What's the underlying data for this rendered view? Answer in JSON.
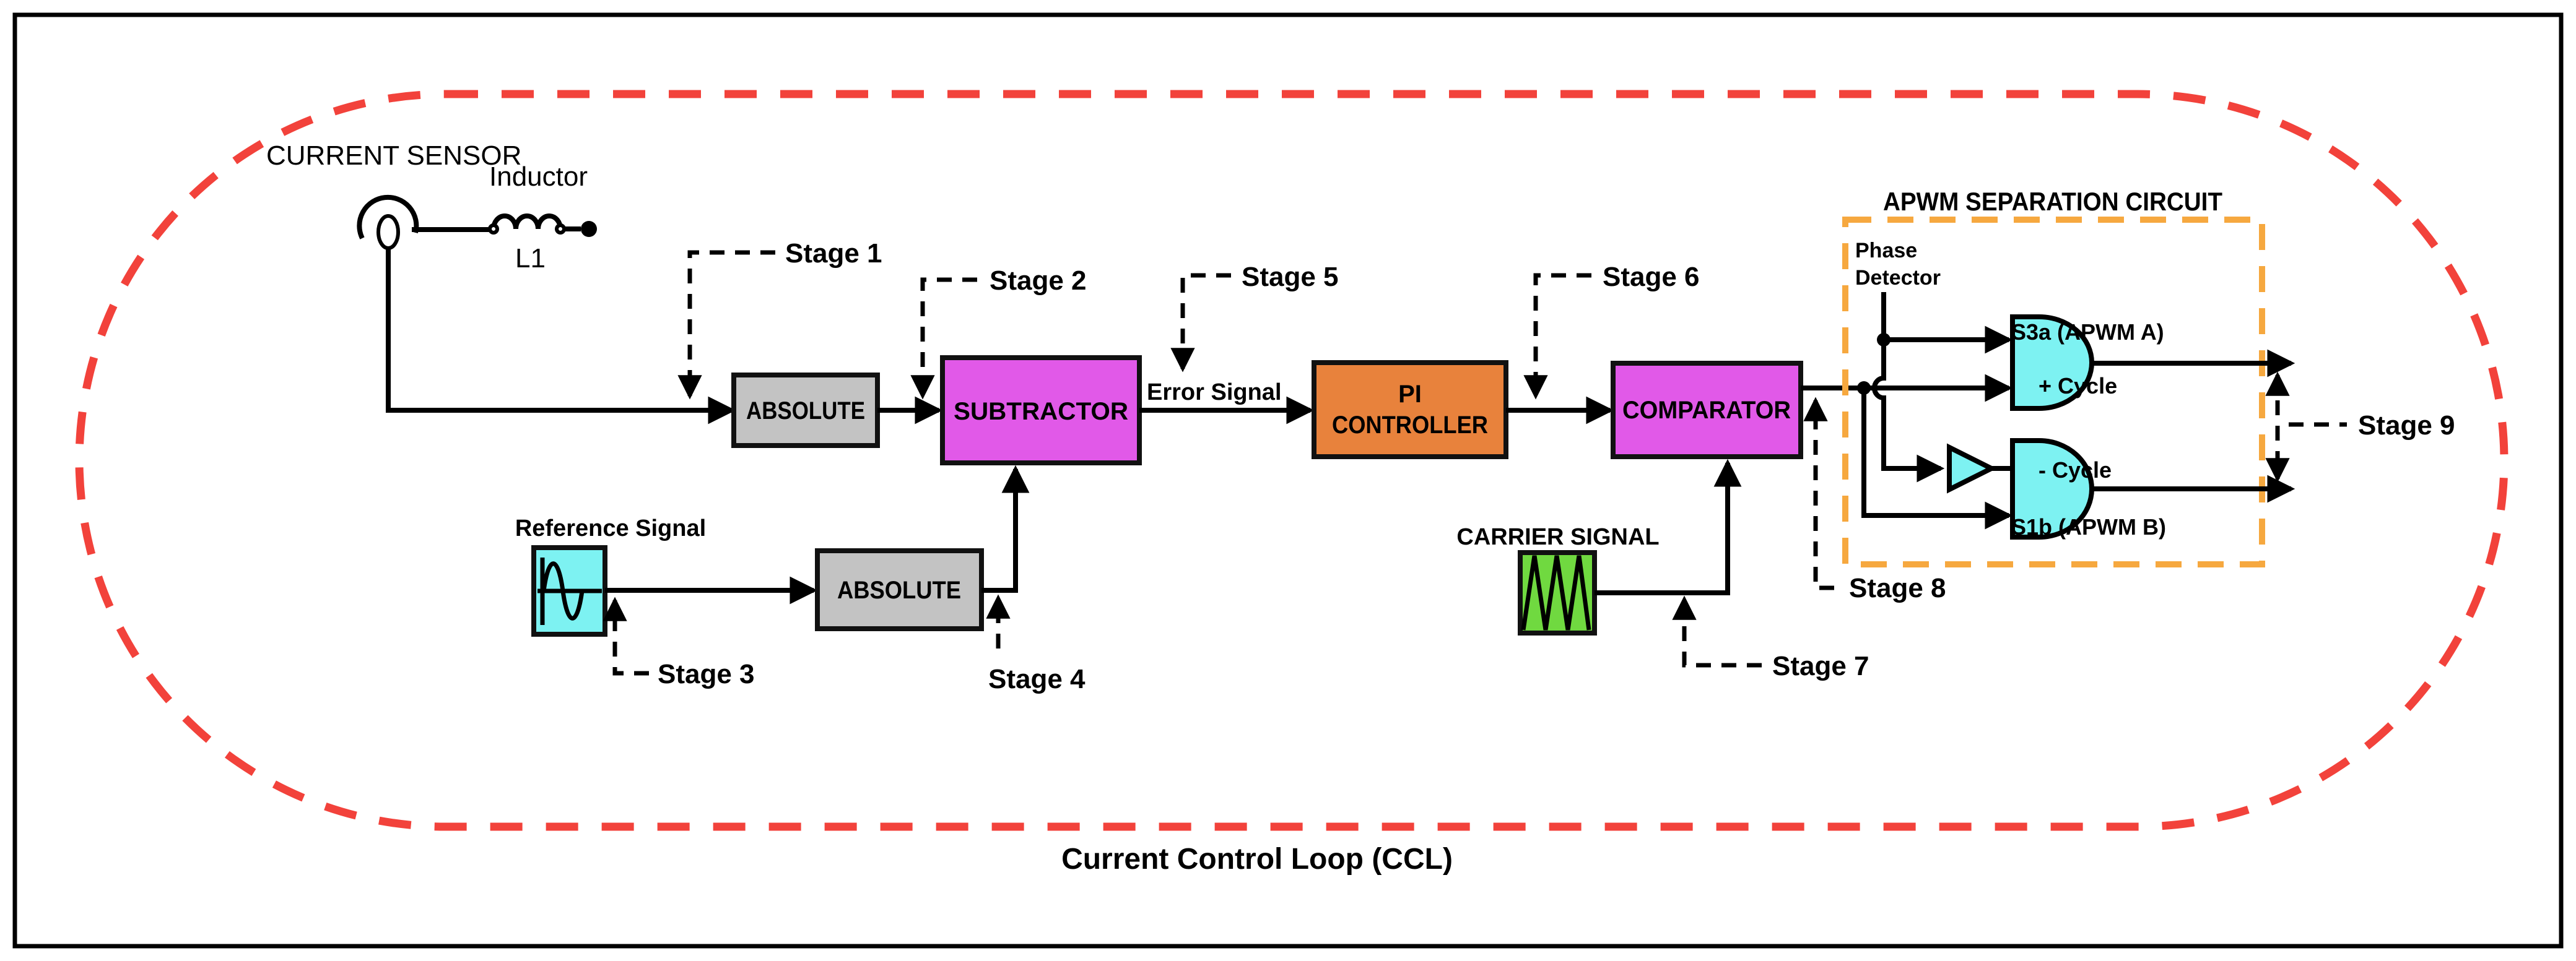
{
  "diagram": {
    "caption": "Current Control Loop (CCL)",
    "colors": {
      "block_gray": "#c3c3c3",
      "block_magenta": "#e159e8",
      "block_orange": "#e8823c",
      "signal_cyan": "#7df2f2",
      "signal_green": "#70d940",
      "apwm_dash": "#f6a83f",
      "loop_dash": "#f2423b"
    },
    "sensor": {
      "label": "CURRENT SENSOR",
      "inductor_label": "Inductor",
      "inductor_ref": "L1"
    },
    "blocks": {
      "absolute1": "ABSOLUTE",
      "subtractor": "SUBTRACTOR",
      "pi_line1": "PI",
      "pi_line2": "CONTROLLER",
      "comparator": "COMPARATOR",
      "absolute2": "ABSOLUTE"
    },
    "signals": {
      "error": "Error Signal",
      "reference": "Reference Signal",
      "carrier": "CARRIER SIGNAL"
    },
    "apwm": {
      "title": "APWM SEPARATION CIRCUIT",
      "phase_line1": "Phase",
      "phase_line2": "Detector",
      "out_a": "S3a (APWM A)",
      "plus_cycle": "+ Cycle",
      "minus_cycle": "- Cycle",
      "out_b": "S1b (APWM B)"
    },
    "stages": {
      "s1": "Stage 1",
      "s2": "Stage 2",
      "s3": "Stage 3",
      "s4": "Stage 4",
      "s5": "Stage 5",
      "s6": "Stage 6",
      "s7": "Stage 7",
      "s8": "Stage 8",
      "s9": "Stage 9"
    }
  }
}
